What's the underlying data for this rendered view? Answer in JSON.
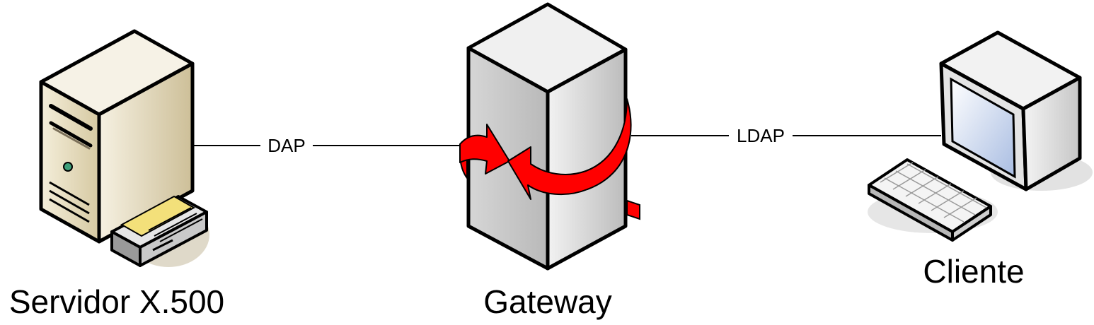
{
  "nodes": {
    "server": {
      "label": "Servidor X.500",
      "icon": "server-tower-with-tape-drive-icon"
    },
    "gateway": {
      "label": "Gateway",
      "icon": "gateway-tower-icon"
    },
    "client": {
      "label": "Cliente",
      "icon": "desktop-computer-icon"
    }
  },
  "edges": {
    "dap": {
      "label": "DAP",
      "from": "server",
      "to": "gateway"
    },
    "ldap": {
      "label": "LDAP",
      "from": "gateway",
      "to": "client"
    }
  },
  "colors": {
    "server_face": "#d8ccaa",
    "server_side": "#ece4cc",
    "server_top": "#f6f2e6",
    "gateway_face": "#c4c4c4",
    "gateway_side": "#d8d8d8",
    "gateway_top": "#f0f0f0",
    "conversion_arrow": "#ff0000",
    "tape_paper": "#f3e07a",
    "screen": "#b8c8e4",
    "led": "#3e9f7a",
    "outline": "#000000"
  }
}
